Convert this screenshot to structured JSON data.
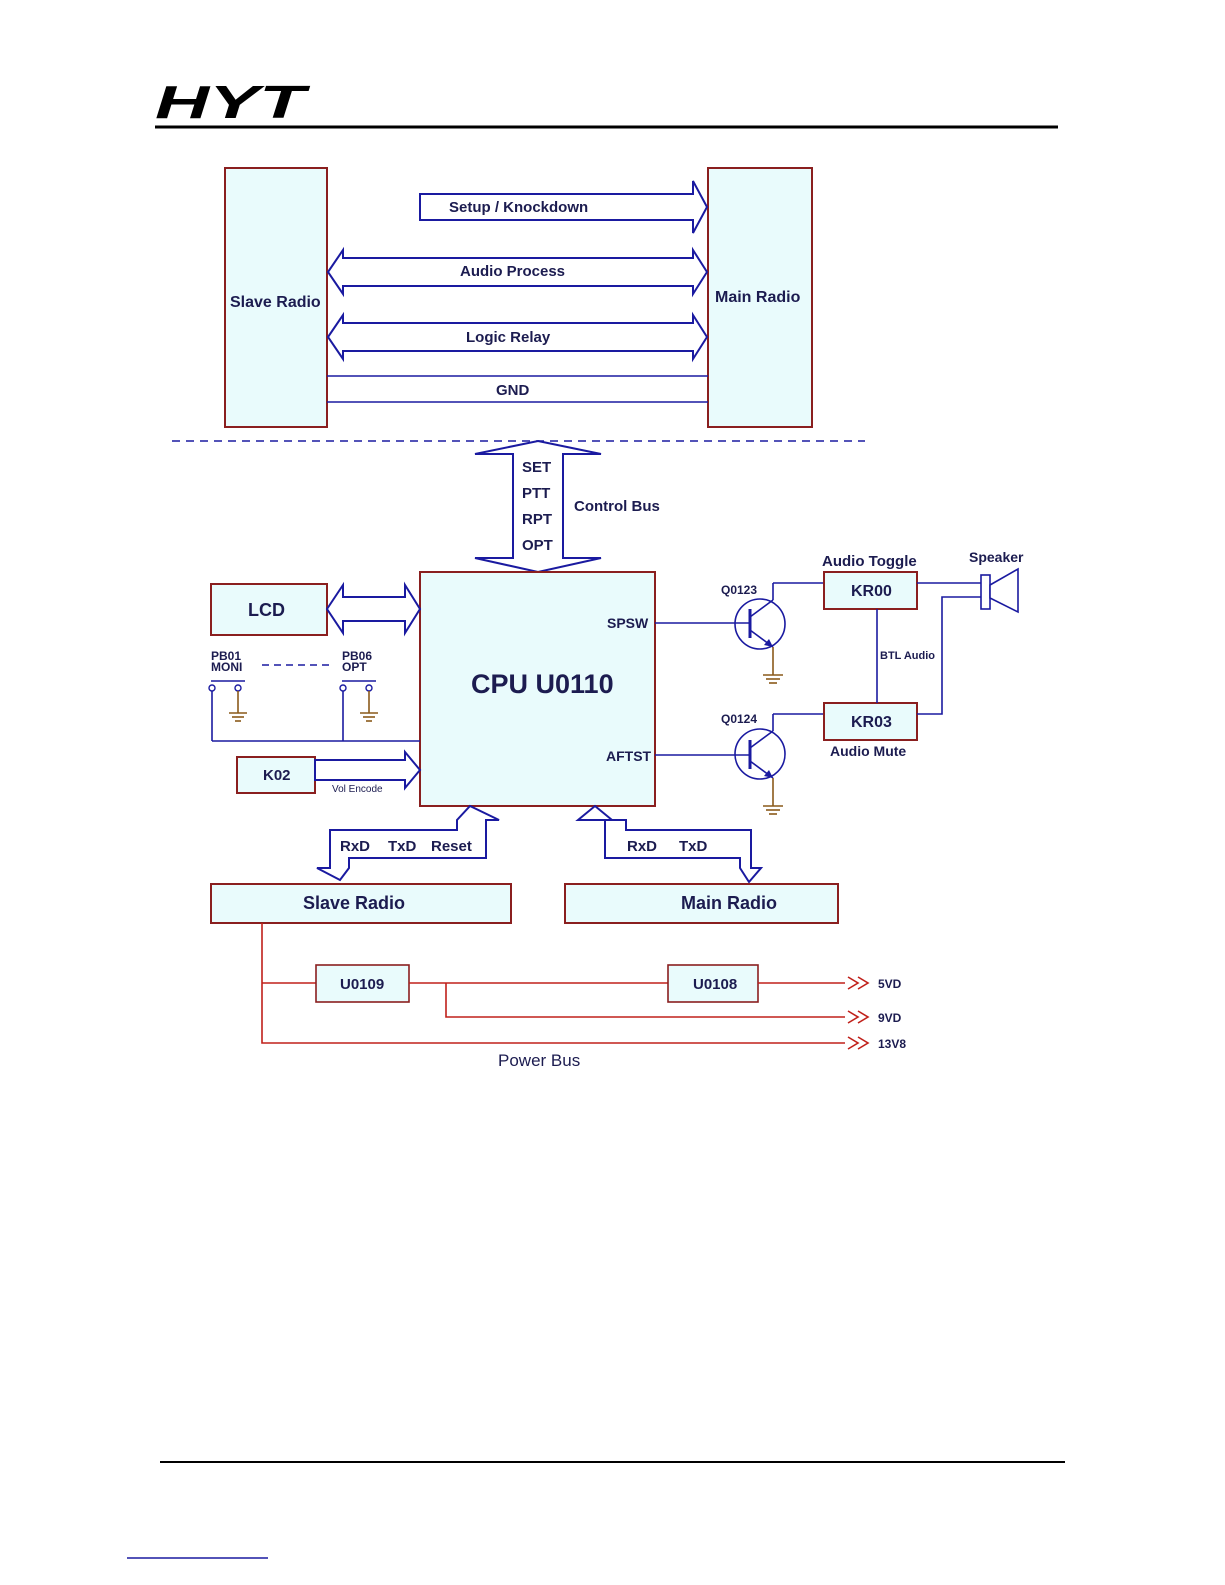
{
  "header": {
    "logo_text": "HYT"
  },
  "top": {
    "slave_radio": "Slave Radio",
    "main_radio": "Main Radio",
    "setup_knockdown": "Setup / Knockdown",
    "audio_process": "Audio Process",
    "logic_relay": "Logic Relay",
    "gnd": "GND"
  },
  "control_bus": {
    "set": "SET",
    "ptt": "PTT",
    "rpt": "RPT",
    "opt": "OPT",
    "label": "Control Bus"
  },
  "cpu": {
    "title": "CPU U0110",
    "spsw": "SPSW",
    "aftst": "AFTST"
  },
  "left": {
    "lcd": "LCD",
    "pb01": "PB01",
    "moni": "MONI",
    "pb06": "PB06",
    "opt": "OPT",
    "k02": "K02",
    "vol_encode": "Vol Encode"
  },
  "right": {
    "q0123": "Q0123",
    "q0124": "Q0124",
    "kr00": "KR00",
    "kr03": "KR03",
    "audio_toggle": "Audio Toggle",
    "audio_mute": "Audio Mute",
    "btl_audio": "BTL Audio",
    "speaker": "Speaker"
  },
  "bottom": {
    "rxd_left": "RxD",
    "txd_left": "TxD",
    "reset": "Reset",
    "rxd_right": "RxD",
    "txd_right": "TxD",
    "slave_radio": "Slave Radio",
    "main_radio": "Main Radio"
  },
  "power": {
    "u0109": "U0109",
    "u0108": "U0108",
    "v5": "5VD",
    "v9": "9VD",
    "v13": "13V8",
    "label": "Power Bus"
  }
}
